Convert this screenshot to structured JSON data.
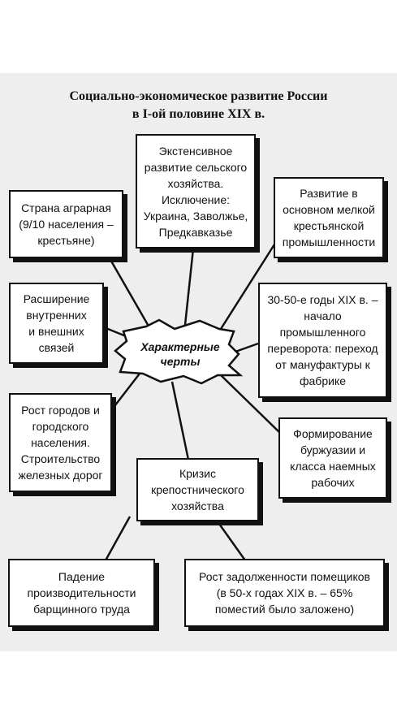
{
  "title": {
    "line1": "Социально-экономическое развитие России",
    "line2": "в I-ой половине XIX в."
  },
  "center": "Характерные\nчерты",
  "boxes": {
    "extensive": "Экстенсивное\nразвитие сельского\nхозяйства.\nИсключение:\nУкраина, Заволжье,\nПредкавказье",
    "agrarian": "Страна аграрная\n(9/10 населения –\nкрестьяне)",
    "peasant_industry": "Развитие в\nосновном мелкой\nкрестьянской\nпромышленности",
    "ties": "Расширение\nвнутренних\nи внешних\nсвязей",
    "industrial_revolution": "30-50-е годы XIX в. –\nначало\nпромышленного\nпереворота: переход\nот мануфактуры к\nфабрике",
    "cities": "Рост городов и\nгородского\nнаселения.\nСтроительство\nжелезных дорог",
    "bourgeoisie": "Формирование\nбуржуазии и\nкласса наемных\nрабочих",
    "serfdom_crisis": "Кризис\nкрепостнического\nхозяйства",
    "productivity": "Падение\nпроизводительности\nбарщинного труда",
    "debt": "Рост задолженности помещиков\n(в 50-х годах XIX в. – 65%\nпоместий было заложено)"
  }
}
